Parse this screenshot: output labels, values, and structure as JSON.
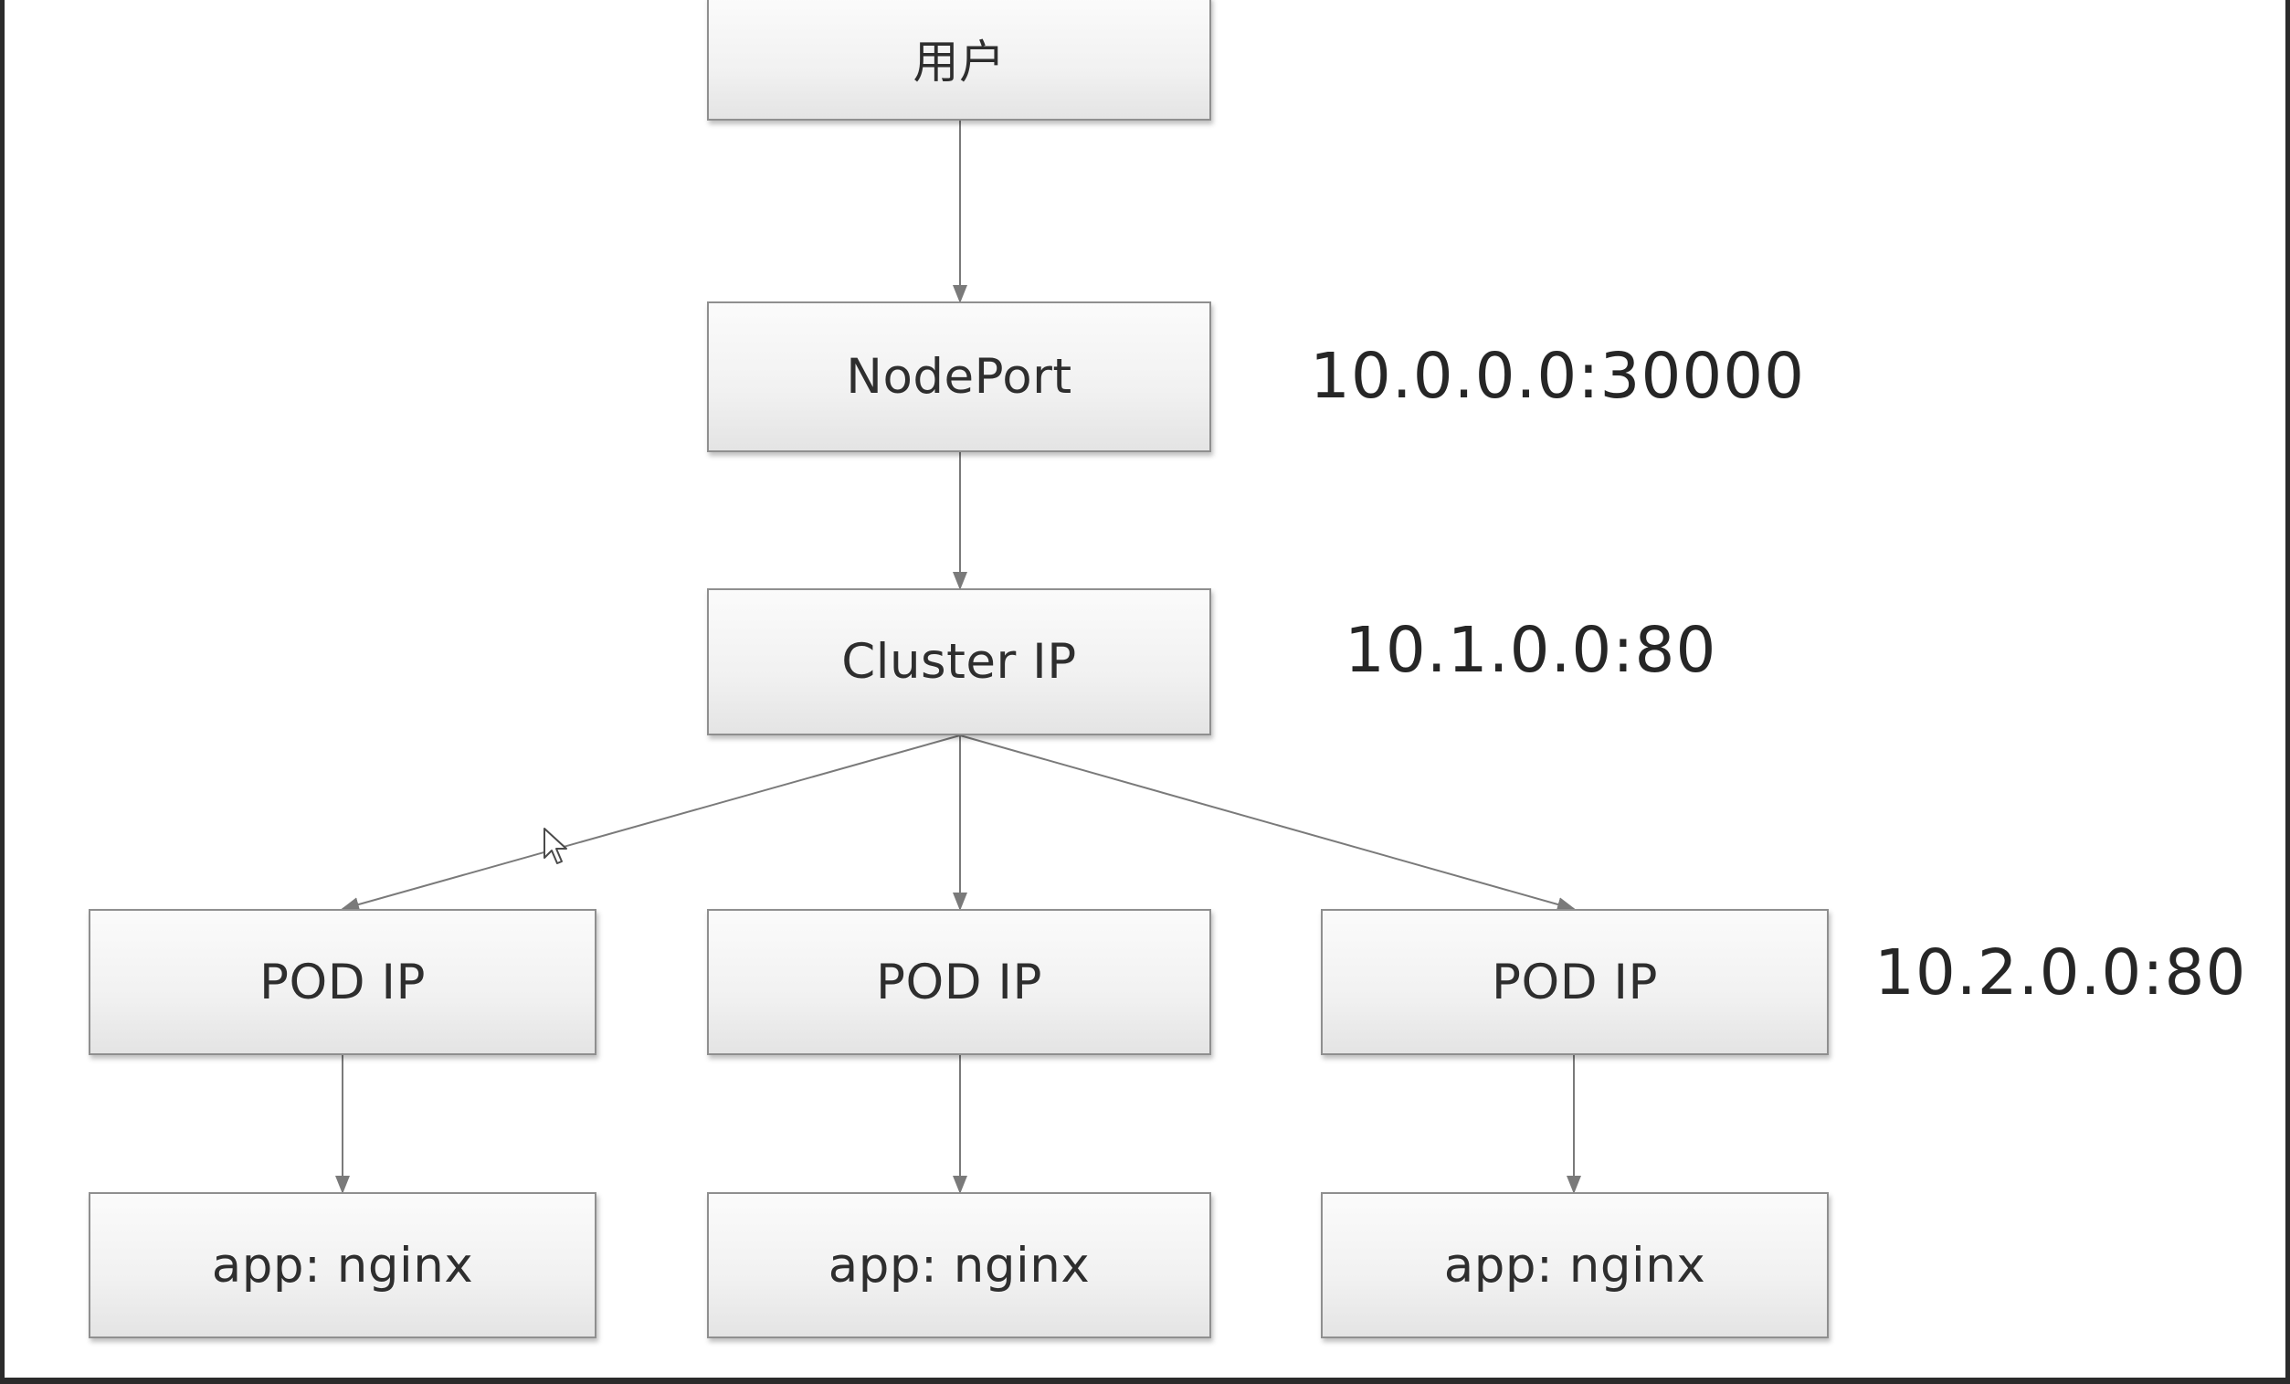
{
  "diagram": {
    "nodes": {
      "user": "用户",
      "nodeport": "NodePort",
      "cluster_ip": "Cluster IP",
      "pods": [
        "POD IP",
        "POD IP",
        "POD IP"
      ],
      "apps": [
        "app: nginx",
        "app: nginx",
        "app: nginx"
      ]
    },
    "addresses": {
      "nodeport": "10.0.0.0:30000",
      "cluster_ip": "10.1.0.0:80",
      "pod": "10.2.0.0:80"
    },
    "edges": [
      [
        "user",
        "nodeport"
      ],
      [
        "nodeport",
        "cluster_ip"
      ],
      [
        "cluster_ip",
        "pod-1"
      ],
      [
        "cluster_ip",
        "pod-2"
      ],
      [
        "cluster_ip",
        "pod-3"
      ],
      [
        "pod-1",
        "app-1"
      ],
      [
        "pod-2",
        "app-2"
      ],
      [
        "pod-3",
        "app-3"
      ]
    ]
  }
}
